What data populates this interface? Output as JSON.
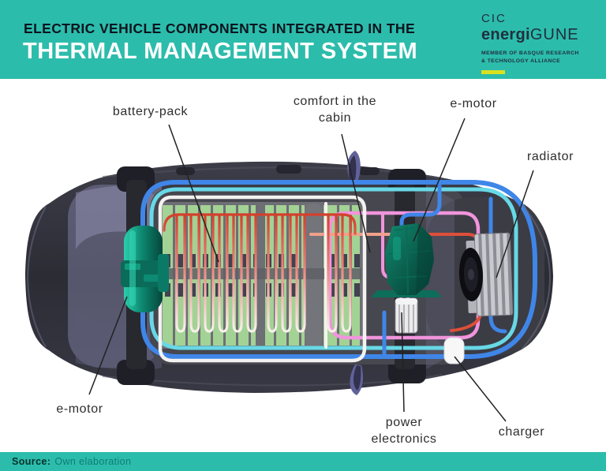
{
  "header": {
    "title_line1": "ELECTRIC VEHICLE COMPONENTS INTEGRATED IN THE",
    "title_line2": "THERMAL MANAGEMENT SYSTEM",
    "logo": {
      "cic": "CIC",
      "energi": "energi",
      "gune": "GUNE",
      "tagline_line1": "MEMBER OF BASQUE RESEARCH",
      "tagline_line2": "& TECHNOLOGY ALLIANCE"
    }
  },
  "diagram": {
    "labels": {
      "battery_pack": "battery-pack",
      "cabin_comfort": "comfort in the cabin",
      "e_motor_front": "e-motor",
      "radiator": "radiator",
      "e_motor_rear": "e-motor",
      "power_electronics": "power electronics",
      "charger": "charger"
    },
    "colors": {
      "header_teal": "#2cbcab",
      "logo_yellow": "#d9e021",
      "coolant_blue": "#3f86e8",
      "coolant_cyan": "#68d8e6",
      "coolant_pink": "#f194dc",
      "coolant_red": "#dd4f39",
      "coolant_salmon": "#f2a893",
      "coolant_white": "#f4f2f0",
      "motor_teal": "#0c8a72",
      "battery_green": "#a3d295",
      "car_body_dark": "#33333e",
      "glass_purple": "#8080a4"
    }
  },
  "footer": {
    "source_label": "Source:",
    "source_value": "Own elaboration"
  }
}
